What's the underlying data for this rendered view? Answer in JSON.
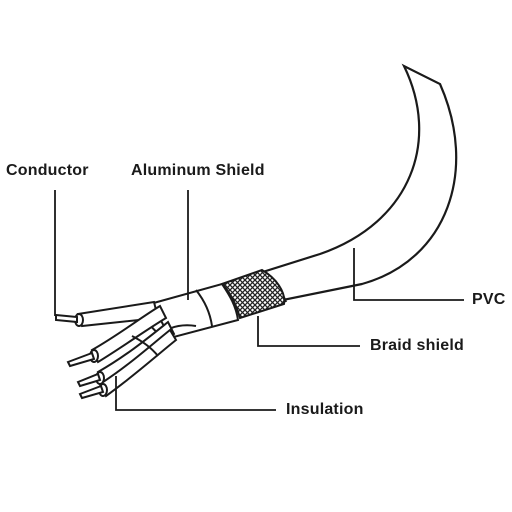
{
  "labels": {
    "conductor": "Conductor",
    "aluminum_shield": "Aluminum Shield",
    "pvc": "PVC",
    "braid_shield": "Braid shield",
    "insulation": "Insulation"
  },
  "colors": {
    "stroke": "#1a1a1a",
    "fill": "#ffffff",
    "braid": "#2a2a2a"
  }
}
